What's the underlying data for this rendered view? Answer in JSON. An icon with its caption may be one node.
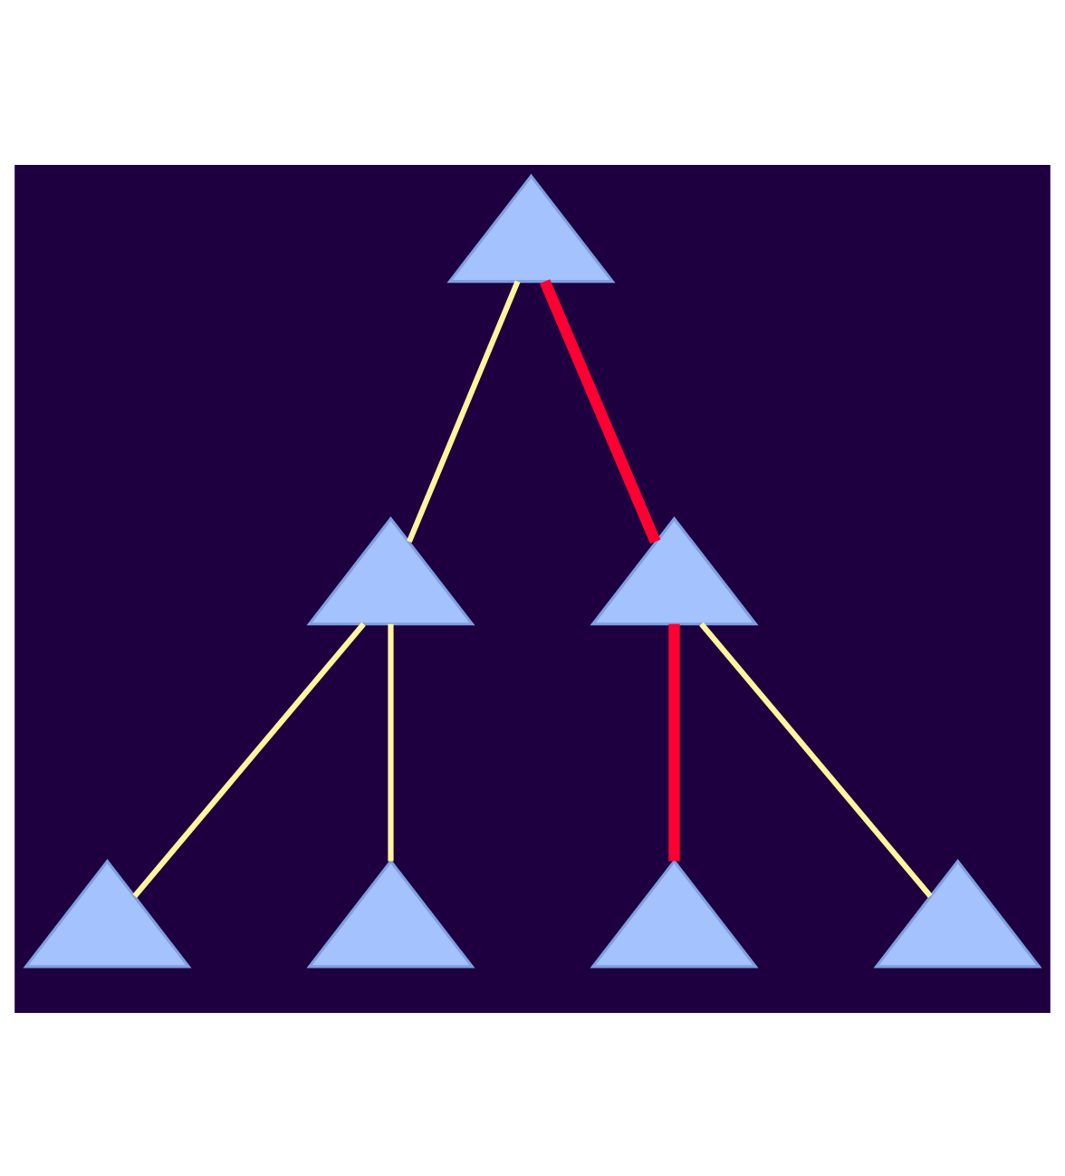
{
  "diagram": {
    "nodes": [
      {
        "text": [],
        "shape": "triangle"
      },
      {
        "text": [],
        "shape": "triangle"
      },
      {
        "text": [],
        "shape": "triangle"
      },
      {
        "text": [],
        "shape": "triangle"
      },
      {
        "text": [],
        "shape": "triangle"
      },
      {
        "text": [],
        "shape": "triangle"
      },
      {
        "text": [],
        "shape": "triangle"
      }
    ],
    "edges": [
      {
        "from": 0,
        "to": 1,
        "arrow": "none"
      },
      {
        "from": 0,
        "to": 2,
        "arrow": "none",
        "style": "thick",
        "color": "#ff0033"
      },
      {
        "from": 1,
        "to": 3,
        "arrow": "none"
      },
      {
        "from": 1,
        "to": 4,
        "arrow": "none"
      },
      {
        "from": 2,
        "to": 5,
        "arrow": "none",
        "style": "thick",
        "color": "#ff0033"
      },
      {
        "from": 2,
        "to": 6,
        "arrow": "none"
      }
    ]
  }
}
